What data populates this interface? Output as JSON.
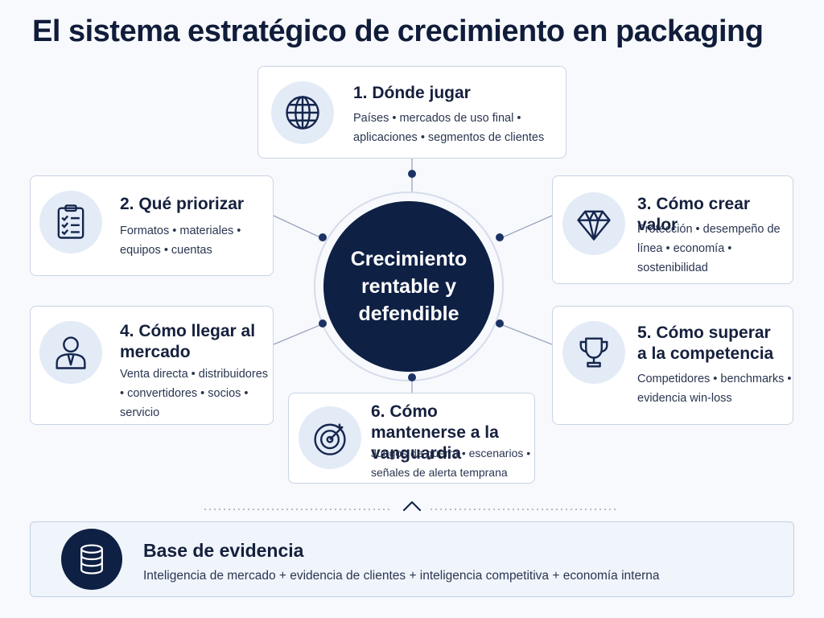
{
  "title": "El sistema estratégico de crecimiento en packaging",
  "center": {
    "label": "Crecimiento rentable y defendible"
  },
  "cards": [
    {
      "title": "1. Dónde jugar",
      "desc": "Países • mercados de uso final • aplicaciones • segmentos de clientes",
      "icon": "globe-icon"
    },
    {
      "title": "2. Qué priorizar",
      "desc": "Formatos • materiales • equipos • cuentas",
      "icon": "clipboard-checklist-icon"
    },
    {
      "title": "3. Cómo crear valor",
      "desc": "Protección • desempeño de línea • economía • sostenibilidad",
      "icon": "diamond-icon"
    },
    {
      "title": "4. Cómo llegar al mercado",
      "desc": "Venta directa • distribuidores • convertidores • socios • servicio",
      "icon": "businessperson-icon"
    },
    {
      "title": "5. Cómo superar a la competencia",
      "desc": "Competidores • benchmarks • evidencia win-loss",
      "icon": "trophy-icon"
    },
    {
      "title": "6. Cómo mantenerse a la vanguardia",
      "desc": "Juegos de guerra • escenarios • señales de alerta temprana",
      "icon": "target-icon"
    }
  ],
  "base": {
    "title": "Base de evidencia",
    "desc": "Inteligencia de mercado + evidencia de clientes + inteligencia competitiva + economía interna",
    "icon": "database-icon",
    "arrow_icon": "chevron-up-icon"
  },
  "colors": {
    "navy": "#0e2044",
    "icon_bg": "#e3ebf7",
    "border": "#c9d4e6",
    "background": "#f7f9fc"
  }
}
